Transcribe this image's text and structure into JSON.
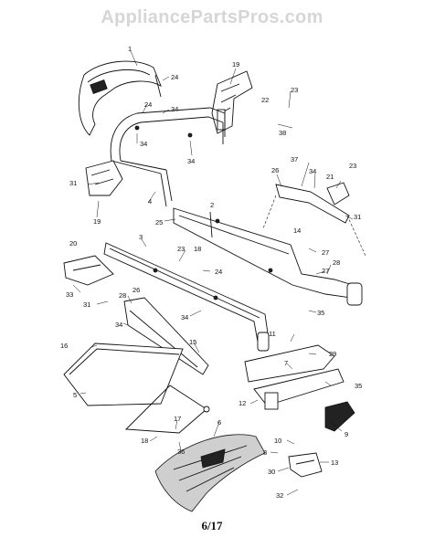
{
  "watermark": "AppliancePartsPros.com",
  "page_number": "6/17",
  "callouts": {
    "c1": "1",
    "c24a": "24",
    "c24b": "24",
    "c34a": "34",
    "c34b": "34",
    "c34c": "34",
    "c34d": "34",
    "c19a": "19",
    "c22": "22",
    "c23a": "23",
    "c38": "38",
    "c31a": "31",
    "c4": "4",
    "c19b": "19",
    "c37": "37",
    "c26a": "26",
    "c34e": "34",
    "c21": "21",
    "c23b": "23",
    "c2": "2",
    "c25": "25",
    "c31b": "31",
    "c14": "14",
    "c20": "20",
    "c3": "3",
    "c23c": "23",
    "c18a": "18",
    "c24c": "24",
    "c27a": "27",
    "c28": "28",
    "c27b": "27",
    "c33": "33",
    "c31c": "31",
    "c28b": "28",
    "c26b": "26",
    "c34f": "34",
    "c35a": "35",
    "c11": "11",
    "c16": "16",
    "c15": "15",
    "c29": "29",
    "c7": "7",
    "c35b": "35",
    "c5": "5",
    "c12": "12",
    "c17": "17",
    "c6": "6",
    "c10": "10",
    "c9": "9",
    "c18b": "18",
    "c36": "36",
    "c8": "8",
    "c13": "13",
    "c30": "30",
    "c32": "32"
  }
}
